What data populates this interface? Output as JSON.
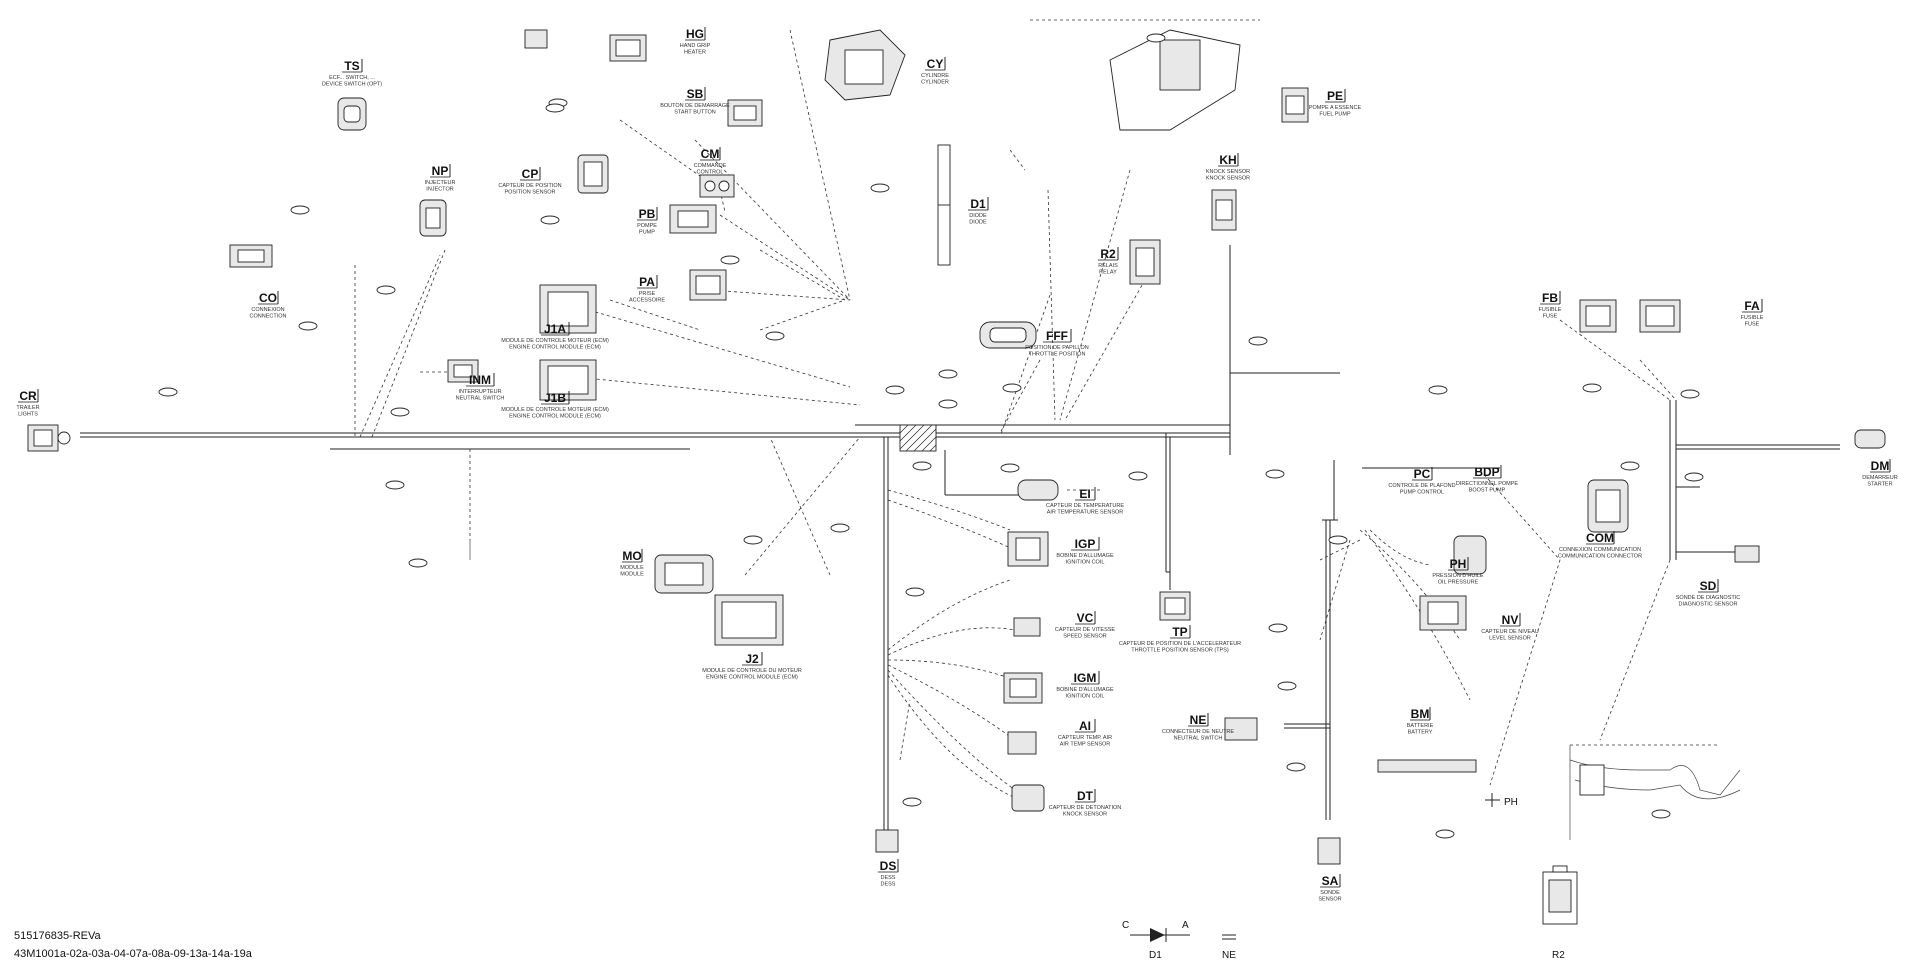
{
  "footer": {
    "line1": "515176835-REVa",
    "line2": "43M1001a-02a-03a-04-07a-08a-09-13a-14a-19a"
  },
  "connectors": [
    {
      "code": "CR",
      "desc": "TRAILER\nLIGHTS"
    },
    {
      "code": "TS",
      "desc": "ECF... SWITCH, ...\nDEVICE SWITCH (OPT)"
    },
    {
      "code": "HG",
      "desc": "HAND GRIP\nHEATER"
    },
    {
      "code": "SB",
      "desc": "BOUTON DE DEMARRAGE\nSTART BUTTON"
    },
    {
      "code": "CY",
      "desc": "CYLINDRE\nCYLINDER"
    },
    {
      "code": "CM",
      "desc": "COMMANDE\nCONTROL"
    },
    {
      "code": "CP",
      "desc": "CAPTEUR DE POSITION\nPOSITION SENSOR"
    },
    {
      "code": "PB",
      "desc": "POMPE\nPUMP"
    },
    {
      "code": "PA",
      "desc": "PRISE\nACCESSOIRE"
    },
    {
      "code": "NP",
      "desc": "INJECTEUR\nINJECTOR"
    },
    {
      "code": "CO",
      "desc": "CONNEXION\nCONNECTION"
    },
    {
      "code": "INM",
      "desc": "INTERRUPTEUR\nNEUTRAL SWITCH"
    },
    {
      "code": "J1A",
      "desc": "MODULE DE CONTROLE MOTEUR (ECM)\nENGINE CONTROL MODULE (ECM)"
    },
    {
      "code": "J1B",
      "desc": "MODULE DE CONTROLE MOTEUR (ECM)\nENGINE CONTROL MODULE (ECM)"
    },
    {
      "code": "D1",
      "desc": "DIODE\nDIODE"
    },
    {
      "code": "FFF",
      "desc": "POSITION DE PAPILLON\nTHROTTLE POSITION"
    },
    {
      "code": "R2",
      "desc": "RELAIS\nRELAY"
    },
    {
      "code": "KH",
      "desc": "KNOCK SENSOR\nKNOCK SENSOR"
    },
    {
      "code": "PE",
      "desc": "POMPE A ESSENCE\nFUEL PUMP"
    },
    {
      "code": "FB",
      "desc": "FUSIBLE\nFUSE"
    },
    {
      "code": "FA",
      "desc": "FUSIBLE\nFUSE"
    },
    {
      "code": "DM",
      "desc": "DEMARREUR\nSTARTER"
    },
    {
      "code": "MO",
      "desc": "MODULE\nMODULE"
    },
    {
      "code": "J2",
      "desc": "MODULE DE CONTROLE DU MOTEUR\nENGINE CONTROL MODULE (ECM)"
    },
    {
      "code": "EI",
      "desc": "CAPTEUR DE TEMPERATURE\nAIR TEMPERATURE SENSOR"
    },
    {
      "code": "IGP",
      "desc": "BOBINE D'ALLUMAGE\nIGNITION COIL"
    },
    {
      "code": "VC",
      "desc": "CAPTEUR DE VITESSE\nSPEED SENSOR"
    },
    {
      "code": "IGM",
      "desc": "BOBINE D'ALLUMAGE\nIGNITION COIL"
    },
    {
      "code": "AI",
      "desc": "CAPTEUR TEMP. AIR\nAIR TEMP SENSOR"
    },
    {
      "code": "DT",
      "desc": "CAPTEUR DE DETONATION\nKNOCK SENSOR"
    },
    {
      "code": "DS",
      "desc": "DESS\nDESS"
    },
    {
      "code": "TP",
      "desc": "CAPTEUR DE POSITION DE L'ACCELERATEUR\nTHROTTLE POSITION SENSOR (TPS)"
    },
    {
      "code": "NE",
      "desc": "CONNECTEUR DE NEUTRE\nNEUTRAL SWITCH"
    },
    {
      "code": "SA",
      "desc": "SONDE\nSENSOR"
    },
    {
      "code": "PC",
      "desc": "CONTROLE DE PLAFOND\nPUMP CONTROL"
    },
    {
      "code": "PH",
      "desc": "PRESSION D'HUILE\nOIL PRESSURE"
    },
    {
      "code": "NV",
      "desc": "CAPTEUR DE NIVEAU\nLEVEL SENSOR"
    },
    {
      "code": "BM",
      "desc": "BATTERIE\nBATTERY"
    },
    {
      "code": "COM",
      "desc": "CONNEXION COMMUNICATION\nCOMMUNICATION CONNECTOR"
    },
    {
      "code": "SD",
      "desc": "SONDE DE DIAGNOSTIC\nDIAGNOSTIC SENSOR"
    },
    {
      "code": "BDP",
      "desc": "DIRECTIONNEL POMPE\nBOOST PUMP"
    }
  ],
  "legend": {
    "diode_cathode": "C",
    "diode_anode": "A",
    "diode_label": "D1",
    "ne_label": "NE",
    "r2_label": "R2",
    "ph_label": "PH"
  }
}
